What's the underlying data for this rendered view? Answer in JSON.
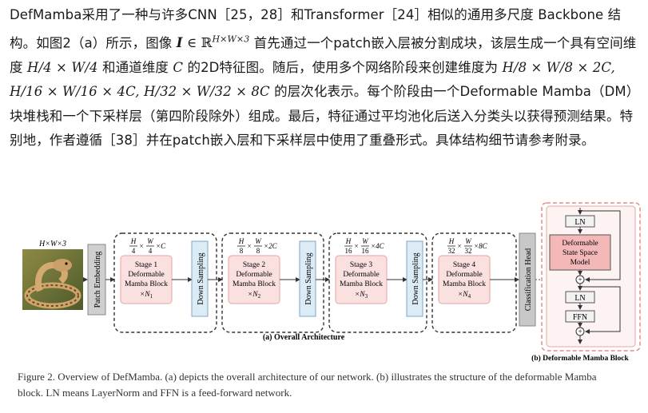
{
  "paragraph": {
    "s1": "DefMamba采用了一种与许多CNN［25，28］和Transformer［24］相似的通用多尺度 Backbone 结构。如图2（a）所示，图像",
    "img_sym": "I",
    "in_sym": "∈",
    "R_sym": "ℝ",
    "img_dims": "H×W×3",
    "s2": "首先通过一个patch嵌入层被分割成块，该层生成一个具有空间维度",
    "dim1": "H/4 × W/4",
    "s3": "和通道维度",
    "C_sym": "C",
    "s4": "的2D特征图。随后，使用多个网络阶段来创建维度为",
    "dim2": "H/8 × W/8 × 2C,",
    "dim3": "H/16 × W/16 × 4C,",
    "dim4": "H/32 × W/32 × 8C",
    "s5": "的层次化表示。每个阶段由一个Deformable Mamba（DM）块堆栈和一个下采样层（第四阶段除外）组成。最后，特征通过平均池化后送入分类头以获得预测结果。特别地，作者遵循［38］并在patch嵌入层和下采样层中使用了重叠形式。具体结构细节请参考附录。"
  },
  "figure": {
    "input_label": "H×W×3",
    "patch_embedding": "Patch Embedding",
    "stages": [
      {
        "h": "H",
        "hd": "4",
        "w": "W",
        "wd": "4",
        "c": "C",
        "line1": "Stage 1",
        "line2": "Deformable",
        "line3": "Mamba Block",
        "nx": "×N",
        "ns": "1"
      },
      {
        "h": "H",
        "hd": "8",
        "w": "W",
        "wd": "8",
        "c": "2C",
        "line1": "Stage 2",
        "line2": "Deformable",
        "line3": "Mamba Block",
        "nx": "×N",
        "ns": "2"
      },
      {
        "h": "H",
        "hd": "16",
        "w": "W",
        "wd": "16",
        "c": "4C",
        "line1": "Stage 3",
        "line2": "Deformable",
        "line3": "Mamba Block",
        "nx": "×N",
        "ns": "3"
      },
      {
        "h": "H",
        "hd": "32",
        "w": "W",
        "wd": "32",
        "c": "8C",
        "line1": "Stage 4",
        "line2": "Deformable",
        "line3": "Mamba Block",
        "nx": "×N",
        "ns": "4"
      }
    ],
    "down_sampling": "Down Sampling",
    "classification_head": "Classification Head",
    "overall_caption": "(a) Overall Architecture",
    "block": {
      "ln": "LN",
      "dssm_1": "Deformable",
      "dssm_2": "State Space",
      "dssm_3": "Model",
      "ffn": "FFN",
      "plus": "+",
      "caption": "(b) Deformable Mamba Block"
    }
  },
  "caption": {
    "line1": "Figure 2. Overview of DefMamba. (a) depicts the overall architecture of our network. (b) illustrates the structure of the deformable Mamba",
    "line2": "block. LN means LayerNorm and FFN is a feed-forward network."
  },
  "colors": {
    "stage_fill": "#fbe0e0",
    "stage_stroke": "#e8a2a2",
    "down_fill": "#dcecf7",
    "down_stroke": "#7fa6c6",
    "head_fill": "#c8c8c8",
    "dssm_fill": "#f4b8b8",
    "block_border": "#e88a8a",
    "block_bg": "#fdf2f2"
  }
}
